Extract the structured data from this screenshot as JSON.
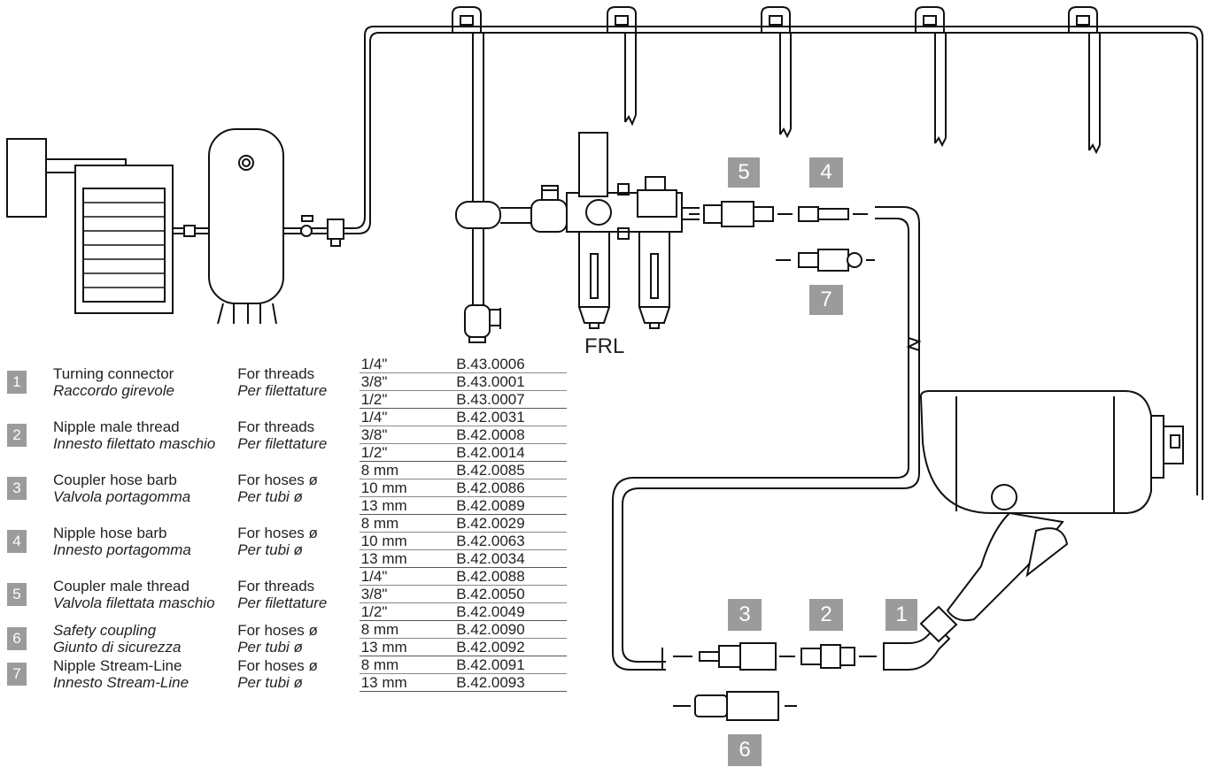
{
  "labels": {
    "frl": "FRL",
    "badges": [
      "1",
      "2",
      "3",
      "4",
      "5",
      "6",
      "7"
    ]
  },
  "colors": {
    "badge": "#9b9b9b",
    "line": "#111111"
  },
  "table": {
    "groups": [
      {
        "num": "1",
        "name_en": "Turning connector",
        "name_it": "Raccordo girevole",
        "name_en_italic": false,
        "type_en": "For threads",
        "type_it": "Per filettature",
        "rows": [
          {
            "size": "1/4\"",
            "code": "B.43.0006"
          },
          {
            "size": "3/8\"",
            "code": "B.43.0001"
          },
          {
            "size": "1/2\"",
            "code": "B.43.0007"
          }
        ]
      },
      {
        "num": "2",
        "name_en": "Nipple male thread",
        "name_it": "Innesto filettato maschio",
        "name_en_italic": false,
        "type_en": "For threads",
        "type_it": "Per filettature",
        "rows": [
          {
            "size": "1/4\"",
            "code": "B.42.0031"
          },
          {
            "size": "3/8\"",
            "code": "B.42.0008"
          },
          {
            "size": "1/2\"",
            "code": "B.42.0014"
          }
        ]
      },
      {
        "num": "3",
        "name_en": "Coupler hose barb",
        "name_it": "Valvola portagomma",
        "name_en_italic": false,
        "type_en": "For hoses ø",
        "type_it": "Per tubi ø",
        "rows": [
          {
            "size": "8 mm",
            "code": "B.42.0085"
          },
          {
            "size": "10 mm",
            "code": "B.42.0086"
          },
          {
            "size": "13 mm",
            "code": "B.42.0089"
          }
        ]
      },
      {
        "num": "4",
        "name_en": "Nipple hose barb",
        "name_it": "Innesto portagomma",
        "name_en_italic": false,
        "type_en": "For hoses ø",
        "type_it": "Per tubi ø",
        "rows": [
          {
            "size": "8 mm",
            "code": "B.42.0029"
          },
          {
            "size": "10 mm",
            "code": "B.42.0063"
          },
          {
            "size": "13 mm",
            "code": "B.42.0034"
          }
        ]
      },
      {
        "num": "5",
        "name_en": "Coupler male thread",
        "name_it": "Valvola filettata maschio",
        "name_en_italic": false,
        "type_en": "For threads",
        "type_it": "Per filettature",
        "rows": [
          {
            "size": "1/4\"",
            "code": "B.42.0088"
          },
          {
            "size": "3/8\"",
            "code": "B.42.0050"
          },
          {
            "size": "1/2\"",
            "code": "B.42.0049"
          }
        ]
      },
      {
        "num": "6",
        "name_en": "Safety coupling",
        "name_it": "Giunto di sicurezza",
        "name_en_italic": true,
        "type_en": "For hoses ø",
        "type_it": "Per tubi ø",
        "rows": [
          {
            "size": "8 mm",
            "code": "B.42.0090"
          },
          {
            "size": "13 mm",
            "code": "B.42.0092"
          }
        ]
      },
      {
        "num": "7",
        "name_en": "Nipple Stream-Line",
        "name_it": "Innesto Stream-Line",
        "name_en_italic": false,
        "type_en": "For hoses ø",
        "type_it": "Per tubi ø",
        "rows": [
          {
            "size": "8 mm",
            "code": "B.42.0091"
          },
          {
            "size": "13 mm",
            "code": "B.42.0093"
          }
        ]
      }
    ]
  }
}
